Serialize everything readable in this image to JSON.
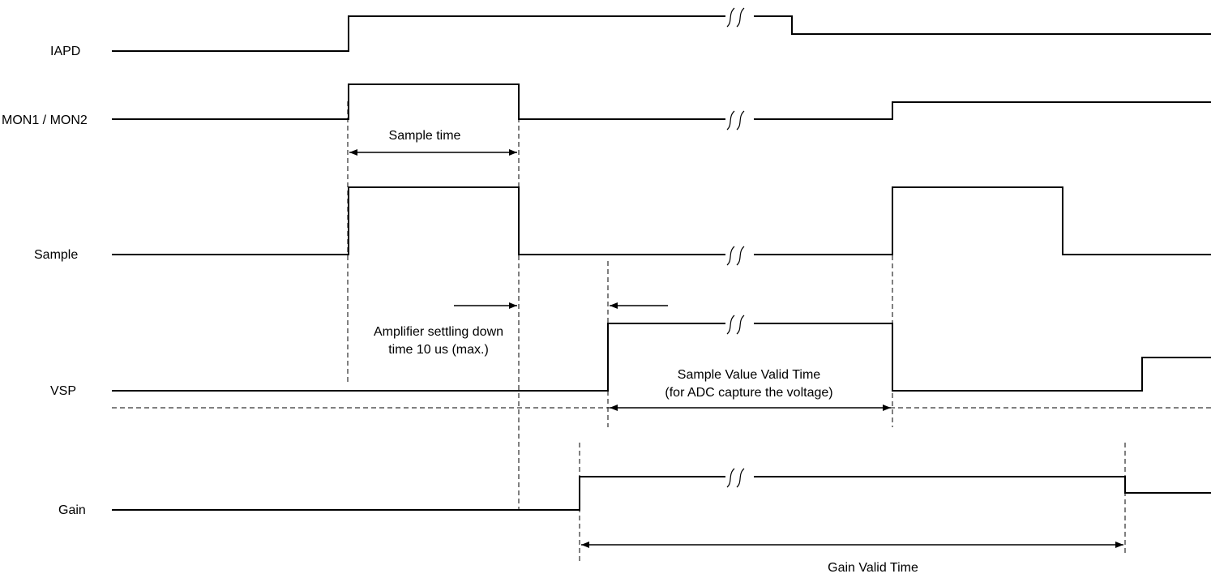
{
  "signals": {
    "iapd": "IAPD",
    "mon": "MON1 / MON2",
    "sample": "Sample",
    "vsp": "VSP",
    "gain": "Gain"
  },
  "annotations": {
    "sample_time": "Sample time",
    "settling_line1": "Amplifier settling down",
    "settling_line2": "time 10 us (max.)",
    "valid_line1": "Sample Value Valid Time",
    "valid_line2": "(for ADC capture the voltage)",
    "gain_valid": "Gain Valid Time"
  },
  "colors": {
    "line": "#000000",
    "background": "#ffffff"
  }
}
